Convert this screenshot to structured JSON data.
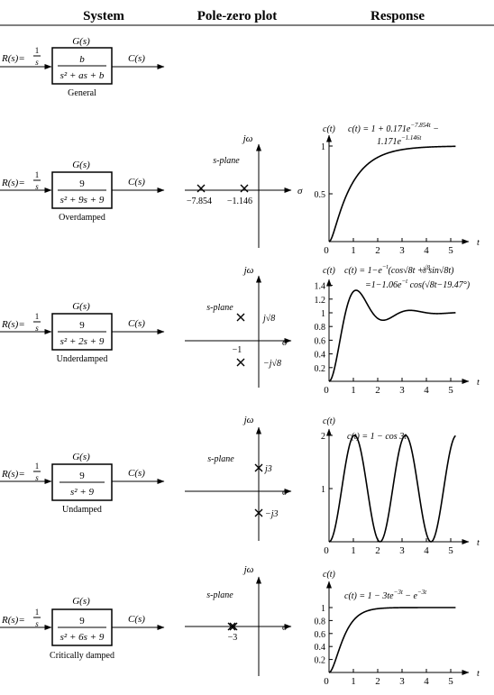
{
  "headers": {
    "system": "System",
    "pz": "Pole-zero plot",
    "response": "Response"
  },
  "common": {
    "input": "R(s)=",
    "one": "1",
    "s": "s",
    "output": "C(s)",
    "G": "G(s)",
    "splane": "s-plane",
    "jw": "jω",
    "sigma": "σ",
    "ct": "c(t)",
    "t": "t"
  },
  "rows": [
    {
      "num": "b",
      "den": "s² + as + b",
      "caption": "General"
    },
    {
      "num": "9",
      "den": "s² + 9s + 9",
      "caption": "Overdamped",
      "pz": {
        "p1": "−7.854",
        "p2": "−1.146"
      },
      "eq1": "c(t)  = 1 + 0.171e",
      "eq1sup": "−7.854t",
      "eq1b": " −",
      "eq2": "1.171e",
      "eq2sup": "−1.146t",
      "xticks": [
        "0",
        "1",
        "2",
        "3",
        "4",
        "5"
      ],
      "yticks": [
        "0.5",
        "1"
      ]
    },
    {
      "num": "9",
      "den": "s² + 2s + 9",
      "caption": "Underdamped",
      "pz": {
        "re": "−1",
        "im1": "j√8",
        "im2": "−j√8"
      },
      "eq1": "c(t) = 1−e",
      "eq1sup": "−t",
      "eq1b": "(cos√8t +",
      "eq1frac": "√8",
      "eq1fracden": "8",
      "eq1c": " sin√8t)",
      "eq2": "=1−1.06e",
      "eq2sup": "−t",
      "eq2b": " cos(√8t−19.47°)",
      "xticks": [
        "0",
        "1",
        "2",
        "3",
        "4",
        "5"
      ],
      "yticks": [
        "0.2",
        "0.4",
        "0.6",
        "0.8",
        "1",
        "1.2",
        "1.4"
      ]
    },
    {
      "num": "9",
      "den": "s² + 9",
      "caption": "Undamped",
      "pz": {
        "im1": "j3",
        "im2": "−j3"
      },
      "eq1": "c(t) = 1 − cos 3t",
      "xticks": [
        "0",
        "1",
        "2",
        "3",
        "4",
        "5"
      ],
      "yticks": [
        "1",
        "2"
      ]
    },
    {
      "num": "9",
      "den": "s² + 6s + 9",
      "caption": "Critically damped",
      "pz": {
        "re": "−3"
      },
      "eq1": "c(t) = 1 − 3te",
      "eq1sup": "−3t",
      "eq1b": " − e",
      "eq1sup2": "−3t",
      "xticks": [
        "0",
        "1",
        "2",
        "3",
        "4",
        "5"
      ],
      "yticks": [
        "0.2",
        "0.4",
        "0.6",
        "0.8",
        "1"
      ]
    }
  ]
}
